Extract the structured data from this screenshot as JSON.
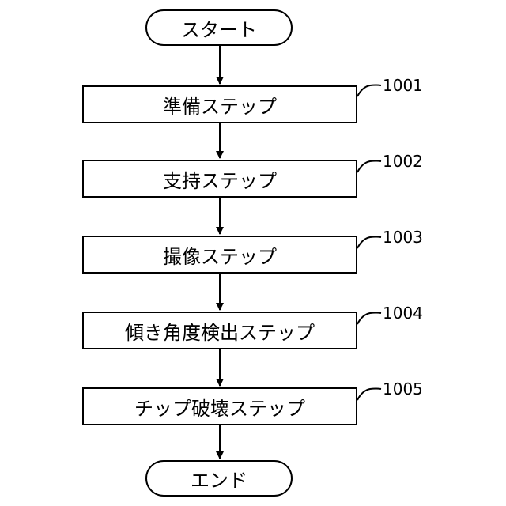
{
  "start_label": "スタート",
  "end_label": "エンド",
  "steps": [
    {
      "label": "準備ステップ",
      "ref": "1001"
    },
    {
      "label": "支持ステップ",
      "ref": "1002"
    },
    {
      "label": "撮像ステップ",
      "ref": "1003"
    },
    {
      "label": "傾き角度検出ステップ",
      "ref": "1004"
    },
    {
      "label": "チップ破壊ステップ",
      "ref": "1005"
    }
  ]
}
